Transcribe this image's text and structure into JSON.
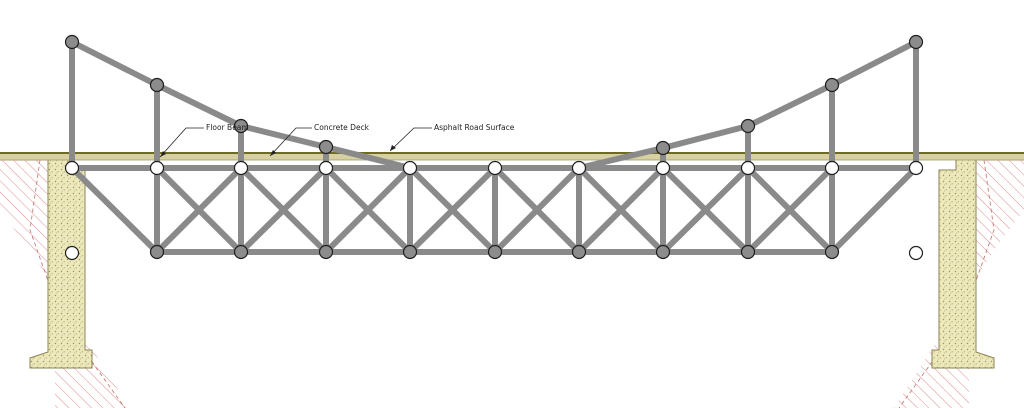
{
  "diagram": {
    "type": "bridge-truss",
    "callouts": [
      {
        "id": "floor-beam",
        "label": "Floor Beam"
      },
      {
        "id": "concrete-deck",
        "label": "Concrete Deck"
      },
      {
        "id": "asphalt-road-surface",
        "label": "Asphalt Road Surface"
      }
    ],
    "colors": {
      "member": "#8a8a8a",
      "joint_fixed": "#8c8c8c",
      "joint_deck": "#ffffff",
      "deck": "#cfc89a",
      "road_surface": "#6e6a24",
      "abutment_fill": "#e8e4b0",
      "abutment_stroke": "#8a8450",
      "hatch": "#d98080"
    }
  }
}
